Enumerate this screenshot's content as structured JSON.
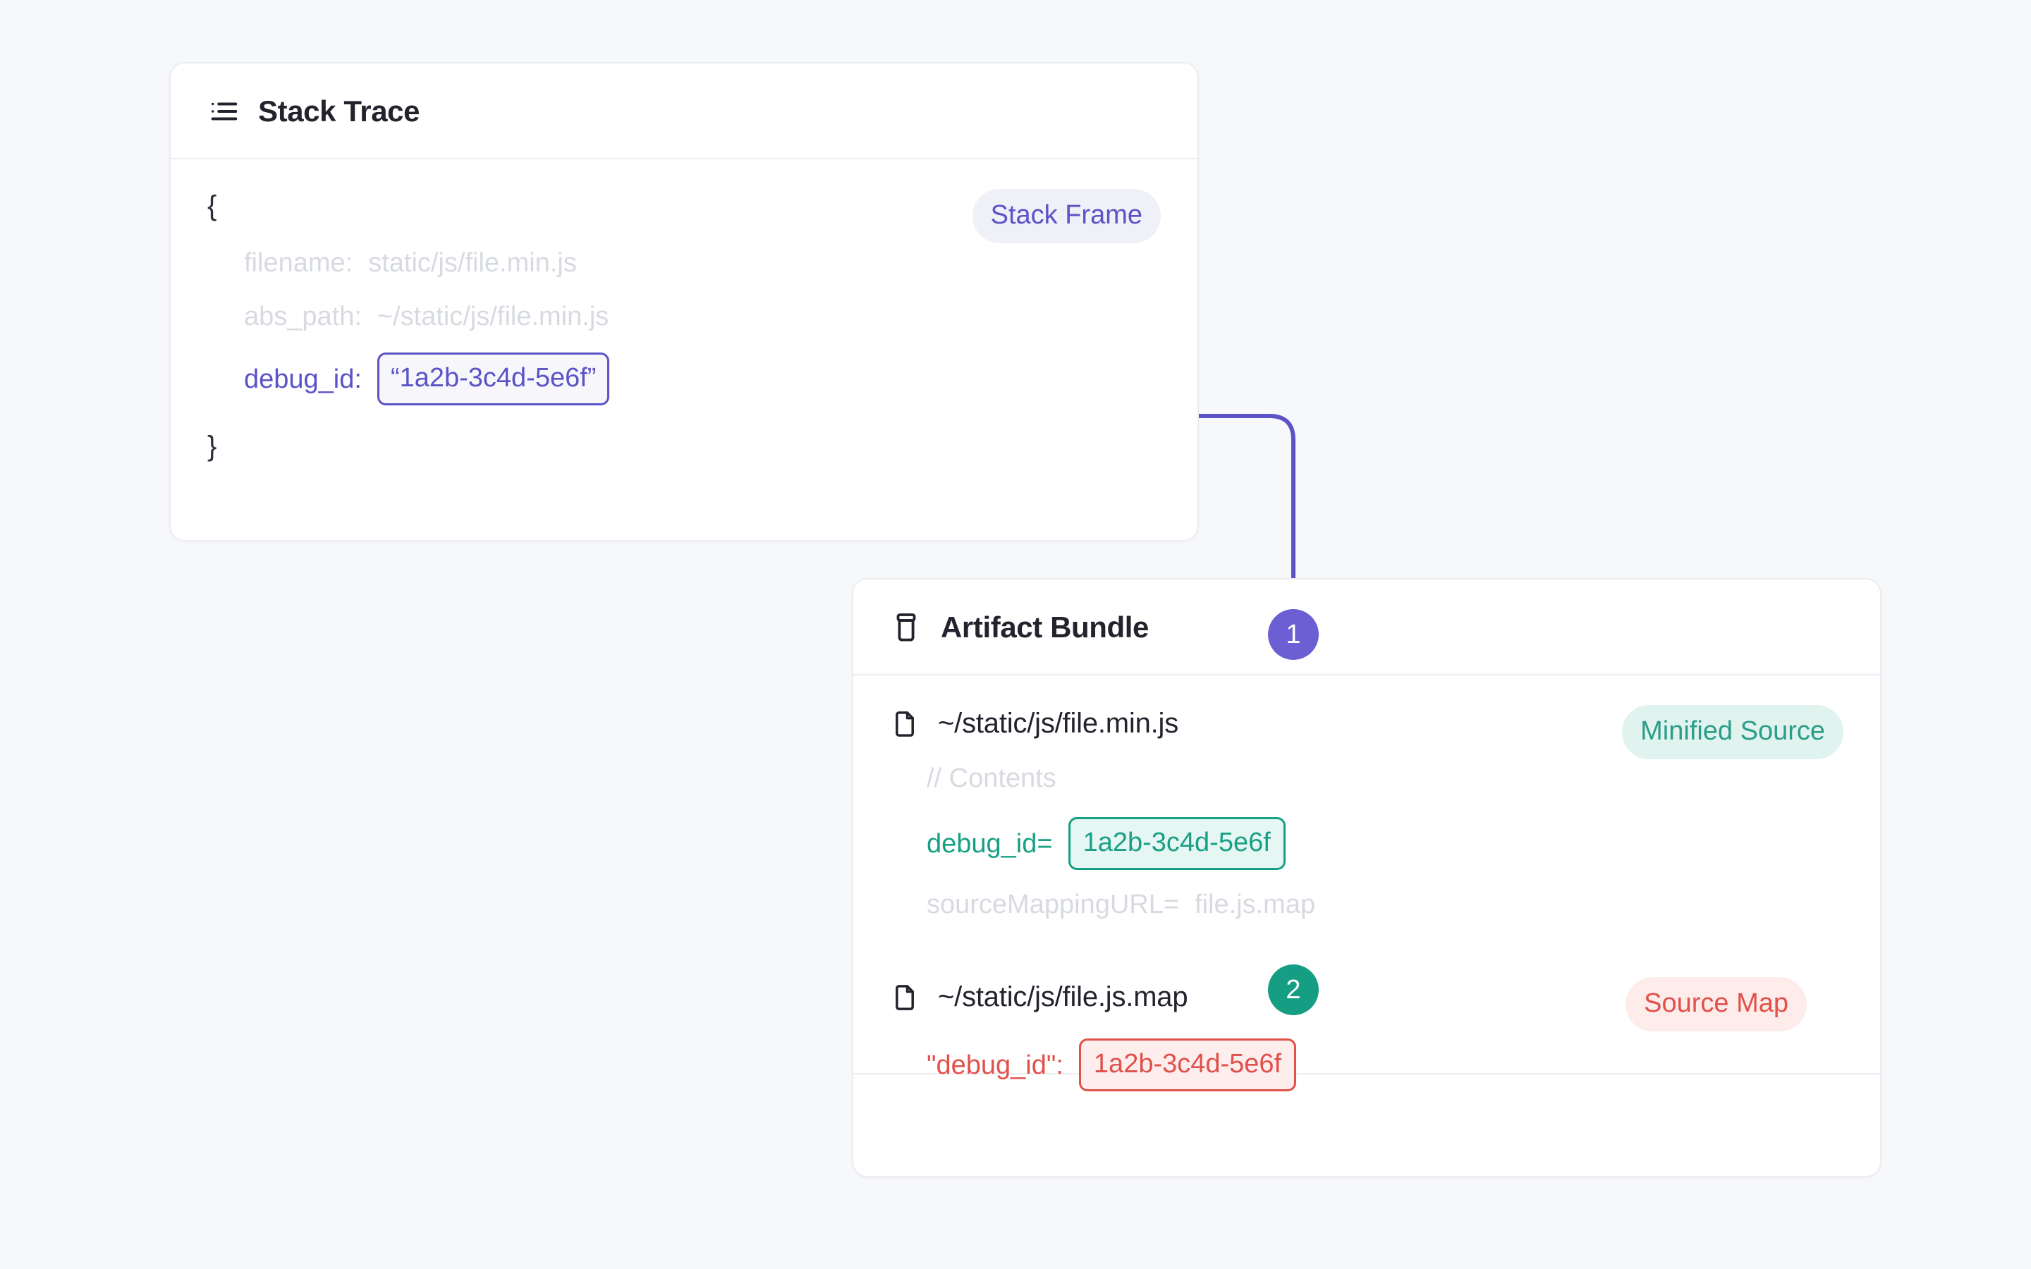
{
  "diagram": {
    "title": "Debug ID linking between stack trace, minified source and source map",
    "background_color": "#f7f8fa",
    "accent_purple": "#5b53c6",
    "accent_teal": "#17a085",
    "accent_red": "#e2504a"
  },
  "stack_trace_card": {
    "title": "Stack Trace",
    "icon": "list-icon",
    "badge": {
      "label": "Stack Frame",
      "text_color": "#5b53c6",
      "bg_color": "#eff0f8"
    },
    "open_brace": "{",
    "close_brace": "}",
    "rows": [
      {
        "key": "filename:",
        "value": "static/js/file.min.js",
        "style": "muted"
      },
      {
        "key": "abs_path:",
        "value": "~/static/js/file.min.js",
        "style": "muted"
      },
      {
        "key": "debug_id:",
        "value": "“1a2b-3c4d-5e6f”",
        "style": "highlight-purple"
      }
    ]
  },
  "artifact_bundle_card": {
    "title": "Artifact Bundle",
    "icon": "package-icon",
    "files": [
      {
        "name": "~/static/js/file.min.js",
        "icon": "file-icon",
        "badge": {
          "label": "Minified Source",
          "text_color": "#2b9d88",
          "bg_color": "#e0f3ef"
        },
        "lines": [
          {
            "key": "// Contents",
            "value": "",
            "style": "muted"
          },
          {
            "key": "debug_id=",
            "value": "1a2b-3c4d-5e6f",
            "style": "highlight-teal"
          },
          {
            "key": "sourceMappingURL=",
            "value": "file.js.map",
            "style": "muted"
          }
        ]
      },
      {
        "name": "~/static/js/file.js.map",
        "icon": "file-icon",
        "badge": {
          "label": "Source Map",
          "text_color": "#e2504a",
          "bg_color": "#fdecea"
        },
        "lines": [
          {
            "key": "\"debug_id\":",
            "value": "1a2b-3c4d-5e6f",
            "style": "highlight-red"
          }
        ]
      }
    ]
  },
  "steps": [
    {
      "number": "1",
      "color": "#6c5fd4",
      "links": "stack-trace debug_id to minified source debug_id"
    },
    {
      "number": "2",
      "color": "#159e84",
      "links": "minified source sourceMappingURL to source map debug_id"
    }
  ]
}
